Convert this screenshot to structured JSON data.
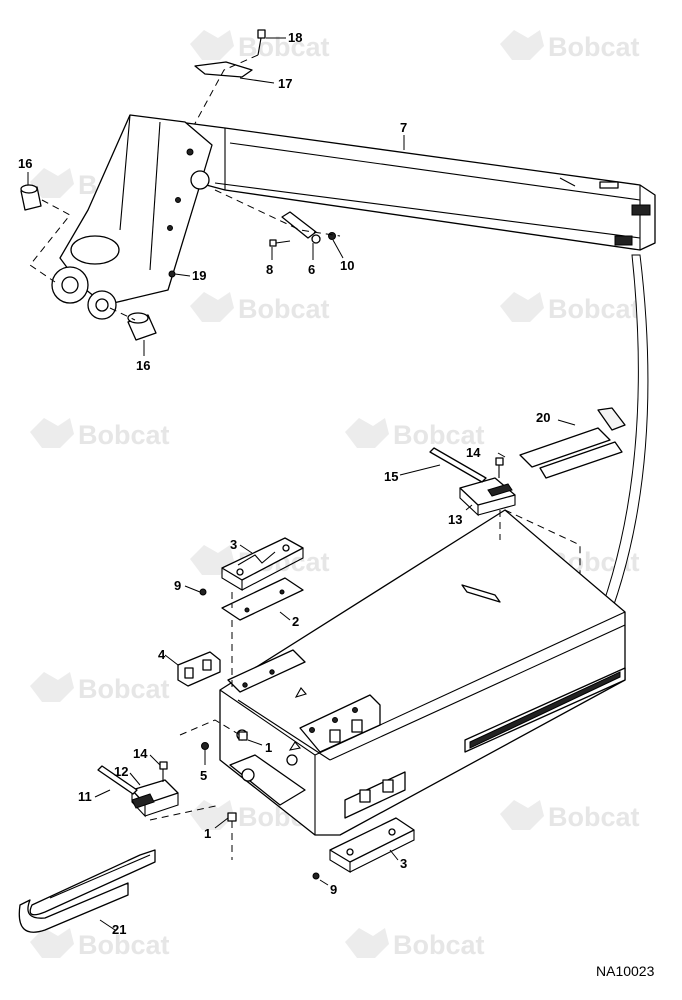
{
  "watermark": {
    "text": "Bobcat"
  },
  "drawing_code": "NA10023",
  "callouts": [
    {
      "id": "c18",
      "label": "18"
    },
    {
      "id": "c17",
      "label": "17"
    },
    {
      "id": "c7",
      "label": "7"
    },
    {
      "id": "c16a",
      "label": "16"
    },
    {
      "id": "c19",
      "label": "19"
    },
    {
      "id": "c8",
      "label": "8"
    },
    {
      "id": "c6",
      "label": "6"
    },
    {
      "id": "c10",
      "label": "10"
    },
    {
      "id": "c16b",
      "label": "16"
    },
    {
      "id": "c20",
      "label": "20"
    },
    {
      "id": "c14a",
      "label": "14"
    },
    {
      "id": "c15",
      "label": "15"
    },
    {
      "id": "c13",
      "label": "13"
    },
    {
      "id": "c3a",
      "label": "3"
    },
    {
      "id": "c9a",
      "label": "9"
    },
    {
      "id": "c2",
      "label": "2"
    },
    {
      "id": "c4",
      "label": "4"
    },
    {
      "id": "c1a",
      "label": "1"
    },
    {
      "id": "c5",
      "label": "5"
    },
    {
      "id": "c14b",
      "label": "14"
    },
    {
      "id": "c12",
      "label": "12"
    },
    {
      "id": "c11",
      "label": "11"
    },
    {
      "id": "c1b",
      "label": "1"
    },
    {
      "id": "c3b",
      "label": "3"
    },
    {
      "id": "c9b",
      "label": "9"
    },
    {
      "id": "c21",
      "label": "21"
    }
  ]
}
